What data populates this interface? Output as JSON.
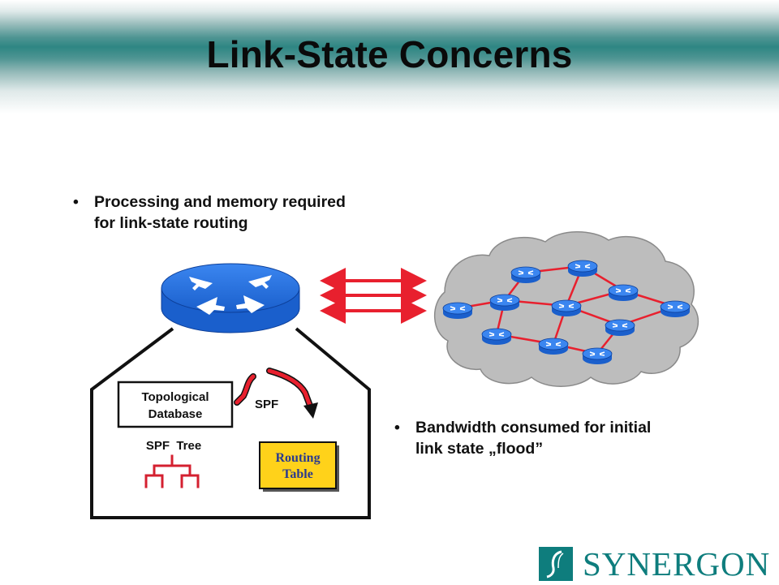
{
  "slide": {
    "title": "Link-State Concerns",
    "bullet_char": "•",
    "bullets": [
      {
        "text_line1": "Processing and memory required",
        "text_line2": "for link-state routing"
      },
      {
        "text_line1": "Bandwidth consumed for initial",
        "text_line2": "link state „flood”"
      }
    ]
  },
  "diagram": {
    "topological_db": {
      "line1": "Topological",
      "line2": "Database"
    },
    "spf_label": "SPF",
    "spf_tree_label": "SPF  Tree",
    "routing_table": {
      "line1": "Routing",
      "line2": "Table"
    },
    "colors": {
      "router_blue": "#1f6fe0",
      "link_red": "#e8202e",
      "cloud_gray": "#bdbdbd",
      "routing_table_fill": "#ffd21a",
      "brand_teal": "#0e7d7d"
    }
  },
  "logo": {
    "text": "SYNERGON",
    "icon": "s-swoosh-icon"
  }
}
